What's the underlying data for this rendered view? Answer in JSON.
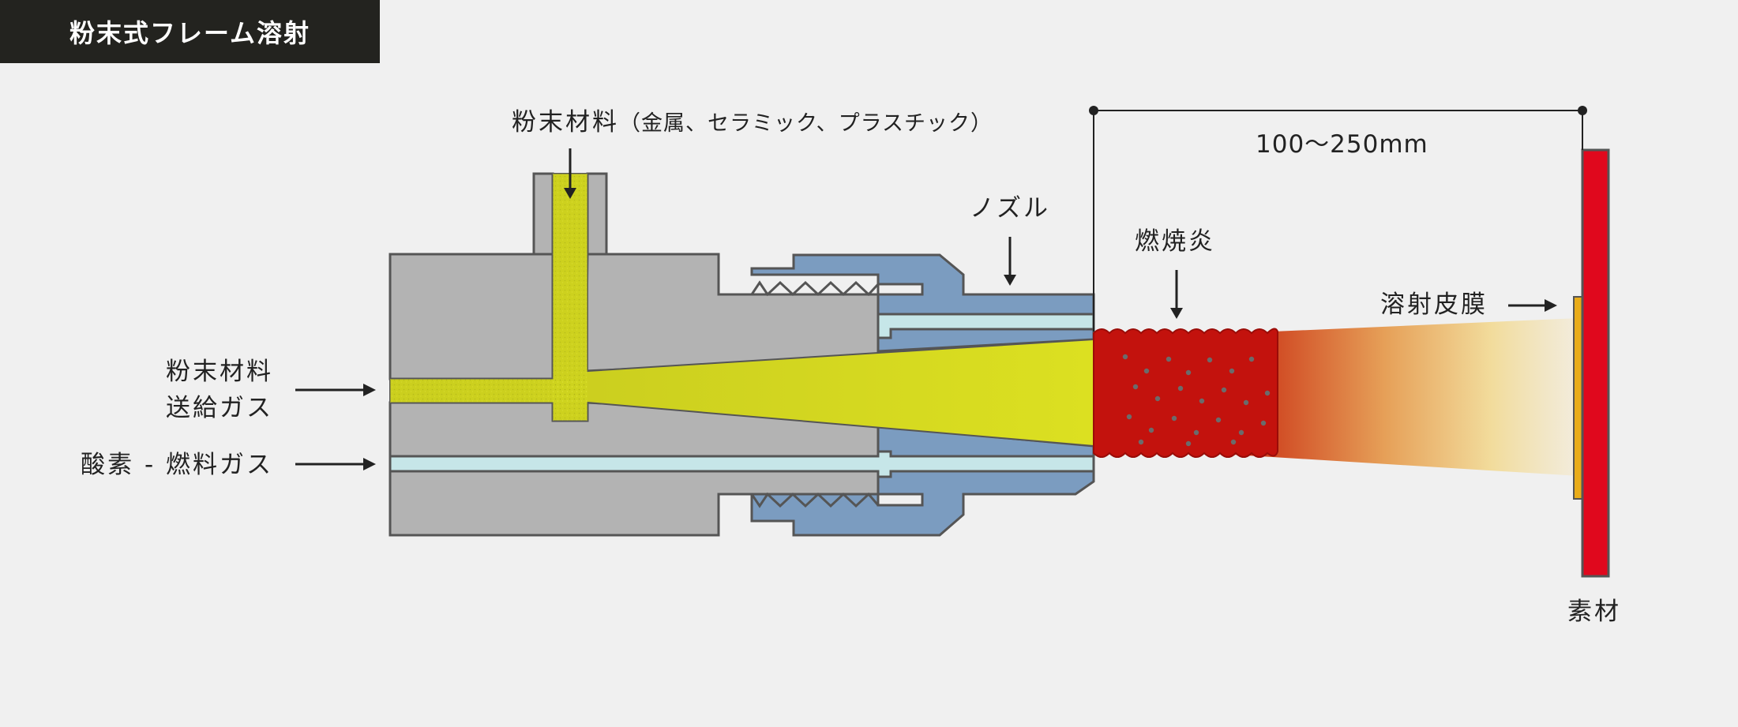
{
  "title": "粉末式フレーム溶射",
  "labels": {
    "powder_material": "粉末材料",
    "powder_material_note": "（金属、セラミック、プラスチック）",
    "nozzle": "ノズル",
    "flame": "燃焼炎",
    "distance": "100〜250mm",
    "coating": "溶射皮膜",
    "substrate": "素材",
    "carrier_gas_line1": "粉末材料",
    "carrier_gas_line2": "送給ガス",
    "oxy_fuel_gas": "酸素 - 燃料ガス"
  },
  "colors": {
    "body_gray": "#b3b3b3",
    "nozzle_blue": "#7b9cc0",
    "gas_channel": "#c6e6e8",
    "powder_yellow": "#d7dc1e",
    "flame_red": "#c3120d",
    "spray_light": "#f3e7bf",
    "coating_gold": "#e9ac19",
    "substrate_red": "#e0081d",
    "outline": "#555555",
    "title_bg": "#23231f"
  }
}
